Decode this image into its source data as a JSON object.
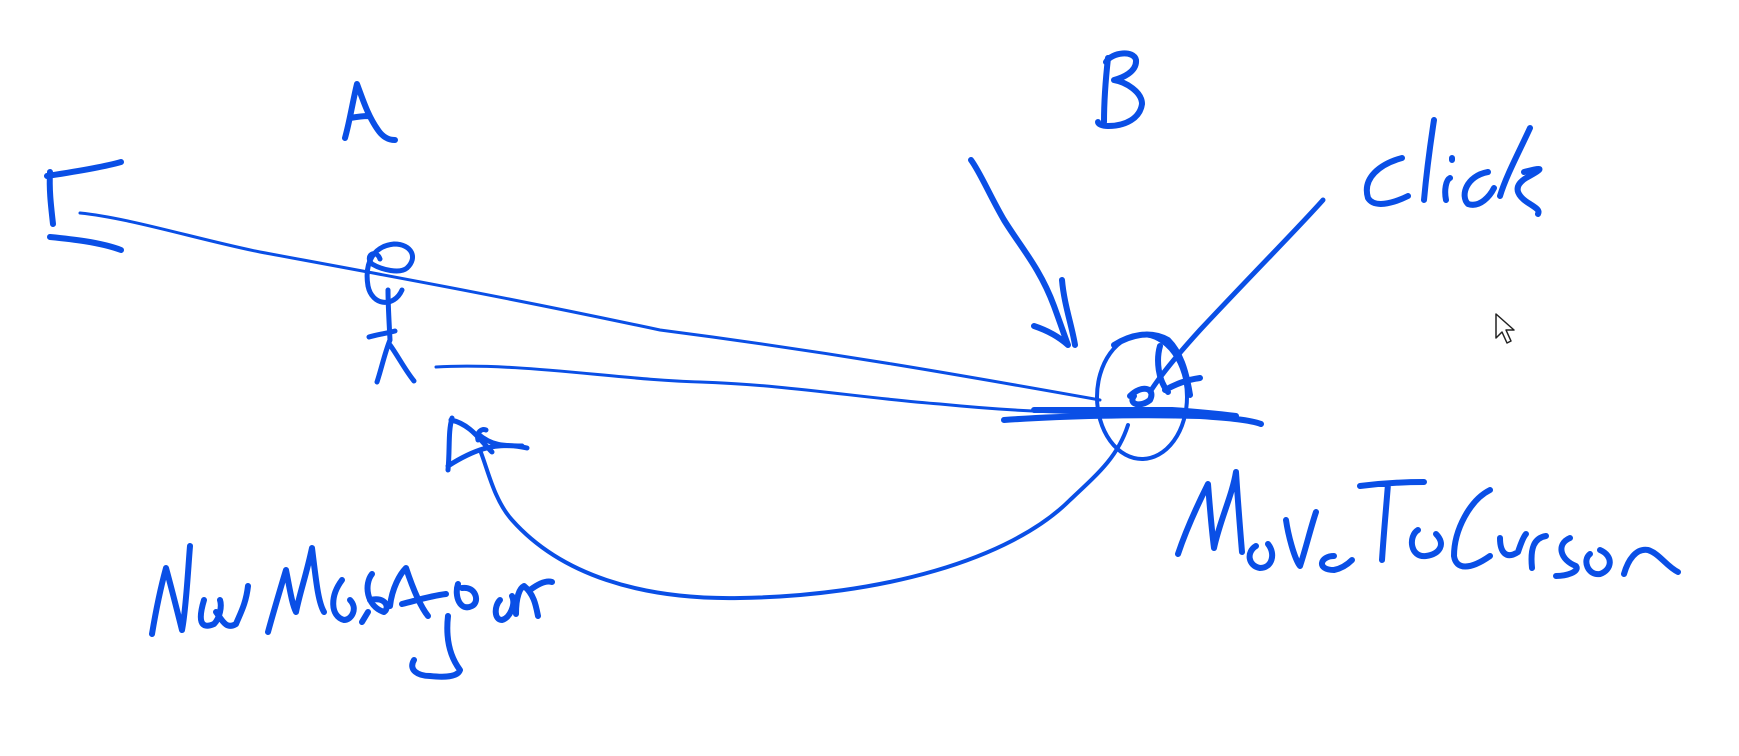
{
  "colors": {
    "ink": "#0a4fe6",
    "background": "#ffffff",
    "cursor_fill": "#ffffff",
    "cursor_outline": "#222222"
  },
  "labels": {
    "point_a": "A",
    "point_b": "B",
    "click": "Click",
    "nav_mesh_agent": "NavMeshAgent",
    "move_to_cursor": "MoveToCursor"
  },
  "icons": {
    "mouse_pointer": "arrow-cursor-icon"
  }
}
